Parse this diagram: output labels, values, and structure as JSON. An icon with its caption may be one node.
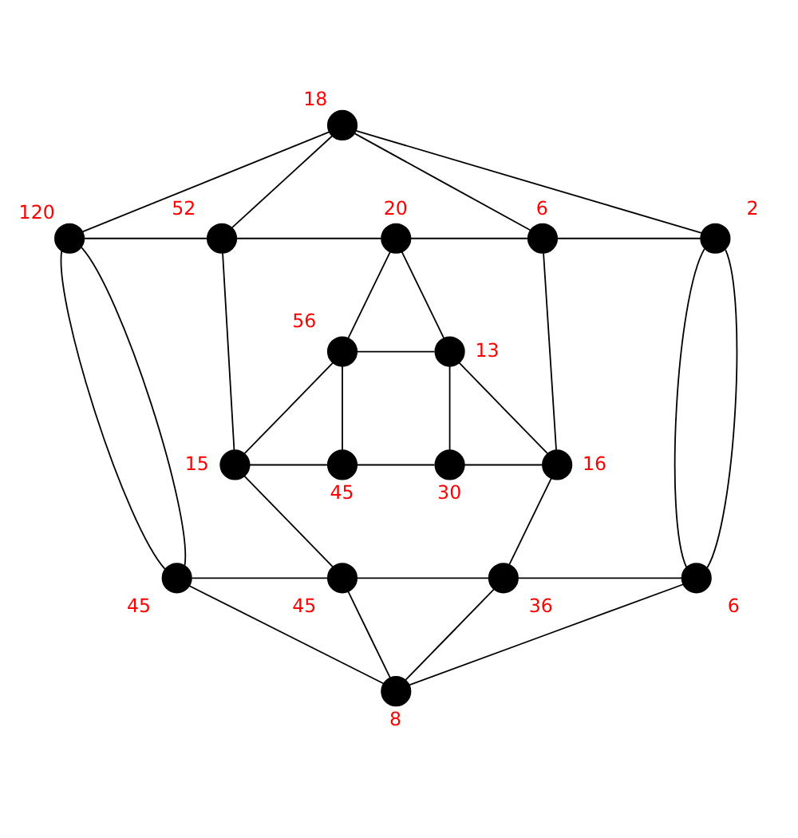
{
  "diagram": {
    "nodes": [
      {
        "text": [],
        "shape": "circle",
        "beside": [
          "18"
        ]
      },
      {
        "text": [],
        "shape": "circle",
        "beside": [
          "52"
        ]
      },
      {
        "text": [],
        "shape": "circle",
        "beside": [
          "20"
        ]
      },
      {
        "text": [],
        "shape": "circle",
        "beside": [
          "6"
        ]
      },
      {
        "text": [],
        "shape": "circle",
        "beside": [
          "120"
        ]
      },
      {
        "text": [],
        "shape": "circle",
        "beside": [
          "2"
        ]
      },
      {
        "text": [],
        "shape": "circle",
        "beside": [
          "56"
        ]
      },
      {
        "text": [],
        "shape": "circle",
        "beside": [
          "13"
        ]
      },
      {
        "text": [],
        "shape": "circle",
        "beside": [
          "15"
        ]
      },
      {
        "text": [],
        "shape": "circle",
        "beside": [
          "45"
        ]
      },
      {
        "text": [],
        "shape": "circle",
        "beside": [
          "30"
        ]
      },
      {
        "text": [],
        "shape": "circle",
        "beside": [
          "16"
        ]
      },
      {
        "text": [],
        "shape": "circle",
        "beside": [
          "45"
        ]
      },
      {
        "text": [],
        "shape": "circle",
        "beside": [
          "6"
        ]
      },
      {
        "text": [],
        "shape": "circle",
        "beside": [
          "45"
        ]
      },
      {
        "text": [],
        "shape": "circle",
        "beside": [
          "36"
        ]
      },
      {
        "text": [],
        "shape": "circle",
        "beside": [
          "8"
        ]
      }
    ],
    "edges": [
      {
        "from": 0,
        "to": 1,
        "arrow": "none"
      },
      {
        "from": 0,
        "to": 3,
        "arrow": "none"
      },
      {
        "from": 0,
        "to": 4,
        "arrow": "none"
      },
      {
        "from": 0,
        "to": 5,
        "arrow": "none"
      },
      {
        "from": 4,
        "to": 1,
        "arrow": "none"
      },
      {
        "from": 1,
        "to": 2,
        "arrow": "none"
      },
      {
        "from": 2,
        "to": 3,
        "arrow": "none"
      },
      {
        "from": 3,
        "to": 5,
        "arrow": "none"
      },
      {
        "from": 4,
        "to": 12,
        "arrow": "none"
      },
      {
        "from": 4,
        "to": 12,
        "arrow": "none"
      },
      {
        "from": 1,
        "to": 8,
        "arrow": "none"
      },
      {
        "from": 3,
        "to": 11,
        "arrow": "none"
      },
      {
        "from": 5,
        "to": 13,
        "arrow": "none"
      },
      {
        "from": 5,
        "to": 13,
        "arrow": "none"
      },
      {
        "from": 2,
        "to": 6,
        "arrow": "none"
      },
      {
        "from": 2,
        "to": 7,
        "arrow": "none"
      },
      {
        "from": 6,
        "to": 7,
        "arrow": "none"
      },
      {
        "from": 6,
        "to": 8,
        "arrow": "none"
      },
      {
        "from": 6,
        "to": 9,
        "arrow": "none"
      },
      {
        "from": 7,
        "to": 10,
        "arrow": "none"
      },
      {
        "from": 7,
        "to": 11,
        "arrow": "none"
      },
      {
        "from": 8,
        "to": 9,
        "arrow": "none"
      },
      {
        "from": 9,
        "to": 10,
        "arrow": "none"
      },
      {
        "from": 10,
        "to": 11,
        "arrow": "none"
      },
      {
        "from": 8,
        "to": 14,
        "arrow": "none"
      },
      {
        "from": 11,
        "to": 15,
        "arrow": "none"
      },
      {
        "from": 12,
        "to": 14,
        "arrow": "none"
      },
      {
        "from": 12,
        "to": 16,
        "arrow": "none"
      },
      {
        "from": 14,
        "to": 15,
        "arrow": "none"
      },
      {
        "from": 14,
        "to": 16,
        "arrow": "none"
      },
      {
        "from": 15,
        "to": 16,
        "arrow": "none"
      },
      {
        "from": 15,
        "to": 13,
        "arrow": "none"
      },
      {
        "from": 13,
        "to": 16,
        "arrow": "none"
      }
    ]
  }
}
